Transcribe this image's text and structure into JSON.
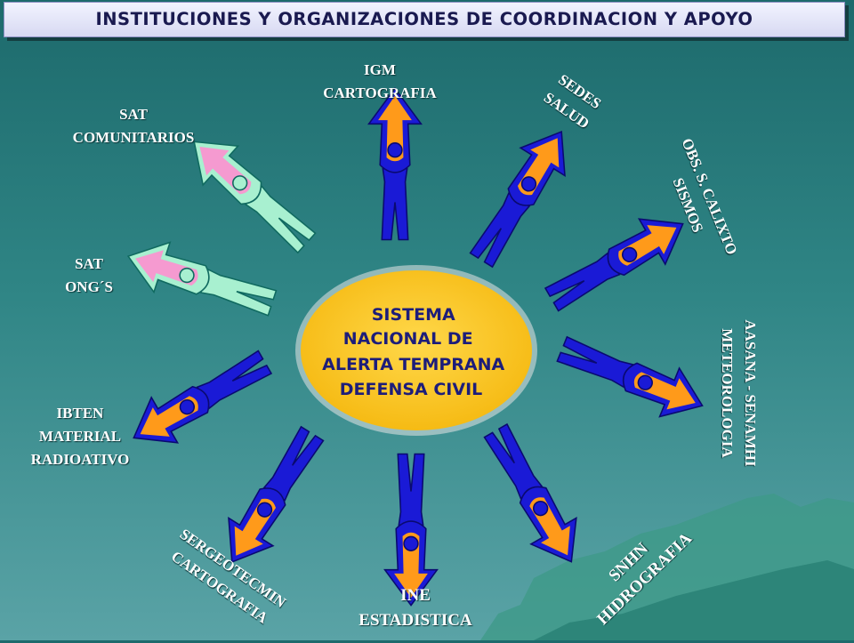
{
  "title": "INSTITUCIONES Y ORGANIZACIONES DE COORDINACION  Y APOYO",
  "center": [
    "SISTEMA",
    "NACIONAL DE",
    "ALERTA TEMPRANA",
    "DEFENSA CIVIL"
  ],
  "labels": {
    "igm": [
      "IGM",
      "CARTOGRAFIA"
    ],
    "sedes": [
      "SEDES",
      "SALUD"
    ],
    "obs": [
      "OBS. S. CALIXTO",
      "SISMOS"
    ],
    "aasana": [
      "AASANA - SENAMHI",
      "METEOROLOGIA"
    ],
    "snhn": [
      "SNHN",
      "HIDROGRAFIA"
    ],
    "ine": [
      "INE",
      "ESTADISTICA"
    ],
    "sergeotecmin": [
      "SERGEOTECMIN",
      "CARTOGRAFIA"
    ],
    "ibten": [
      "IBTEN",
      "MATERIAL",
      "RADIOATIVO"
    ],
    "sat_ongs": [
      "SAT",
      "ONG´S"
    ],
    "sat_comunitarios": [
      "SAT",
      "COMUNITARIOS"
    ]
  },
  "colors": {
    "figure_blue": "#1a1ad6",
    "figure_orange": "#ff9a1a",
    "figure_outline_dark": "#0a0a70",
    "figure_mint": "#a8f0d0",
    "figure_pink": "#f59ad0",
    "figure_outline_teal": "#106a60",
    "center_fill": "#f8c21c"
  },
  "figures": [
    {
      "name": "figure-igm",
      "variant": "blue",
      "angle": 0
    },
    {
      "name": "figure-sedes",
      "variant": "blue",
      "angle": 32
    },
    {
      "name": "figure-obs",
      "variant": "blue",
      "angle": 60
    },
    {
      "name": "figure-aasana",
      "variant": "blue",
      "angle": 112
    },
    {
      "name": "figure-snhn",
      "variant": "blue",
      "angle": 150
    },
    {
      "name": "figure-ine",
      "variant": "blue",
      "angle": 180
    },
    {
      "name": "figure-sergeotecmin",
      "variant": "blue",
      "angle": 212
    },
    {
      "name": "figure-ibten",
      "variant": "blue",
      "angle": 240
    },
    {
      "name": "figure-sat-ongs",
      "variant": "mint",
      "angle": 288
    },
    {
      "name": "figure-sat-comunitarios",
      "variant": "mint",
      "angle": 312
    }
  ]
}
